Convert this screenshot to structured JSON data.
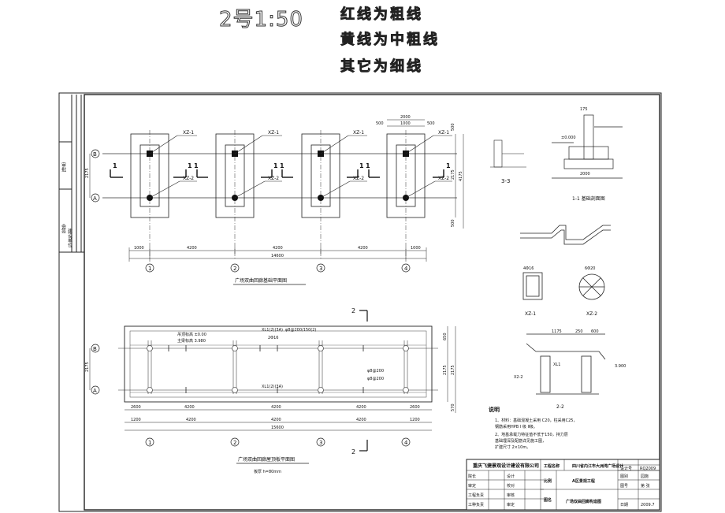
{
  "header": {
    "scale_note": "2号1:50",
    "legend_red": "红线为粗线",
    "legend_yellow": "黄线为中粗线",
    "legend_other": "其它为细线"
  },
  "plan_foundation": {
    "title": "广场双曲回廊基础平面图",
    "axes_letters": [
      "B",
      "A"
    ],
    "axes_numbers": [
      "1",
      "2",
      "3",
      "4"
    ],
    "dims_bottom": [
      "1000",
      "4200",
      "4200",
      "4200",
      "1000"
    ],
    "dim_total": "14600",
    "dims_right": [
      "500",
      "2175",
      "4175",
      "500"
    ],
    "dims_top": [
      "2000",
      "500",
      "1000",
      "500"
    ],
    "column_tag_b": "XZ-1",
    "column_tag_a": "XZ-2",
    "left_dim": "2175",
    "section_mark": "1"
  },
  "plan_roof": {
    "title": "广场双曲回廊屋顶板平面图",
    "slab_note": "板厚 h=80mm",
    "dims_bottom1": [
      "2600",
      "4200",
      "4200",
      "4200",
      "2600"
    ],
    "dims_bottom2": [
      "1200",
      "4200",
      "4200",
      "4200",
      "1200"
    ],
    "dim_total": "15600",
    "beam_top": "XL1(2)(3A)",
    "beam_bottom": "XL1(2)(3A)",
    "note1": "吊顶标高 ±0.00",
    "note2": "主梁标高 3.980",
    "rebar1": "φ8@200/150(2)",
    "rebar2": "2Φ16",
    "rebar3": "φ8@200",
    "rebar4": "φ8@200",
    "dims_right": [
      "650",
      "2175",
      "2175",
      "570"
    ],
    "section_mark": "2",
    "left_dim": "2175"
  },
  "details": {
    "sec33_label": "3-3",
    "sec11_label": "1-1 基础剖面图",
    "xz1_label": "XZ-1",
    "xz2_label": "XZ-2",
    "sec22_label": "2-2",
    "elev1": "±0.000",
    "elev2": "3.900",
    "dims_11": [
      "175",
      "2000"
    ],
    "dim_22": [
      "1175",
      "250",
      "600"
    ],
    "xl_label": "XL1",
    "xz_label": "X2-2",
    "size_a": "4Φ16",
    "size_b": "6Φ20"
  },
  "notes": {
    "heading": "说明",
    "items": [
      "1、材料：基础混凝土采用 C20，柱采用C25，",
      "   钢筋采用HPB I 级 Ⅱ级。",
      "2、地基承载力特征值不低于150，持力层",
      "   基础埋深及配筋详见施工图，",
      "   扩建尺寸 2×10m。"
    ]
  },
  "title_block": {
    "company": "重庆飞捷景观设计建设有限公司",
    "project_label": "工程名称",
    "project": "四川省内江市大洲湾广场设计",
    "subproject": "A区景观工程",
    "drawing": "广场双曲回廊构造图",
    "col_labels": [
      "设计号",
      "图别",
      "图号",
      "日期"
    ],
    "col_values": [
      "RQ2009",
      "园施",
      "第 张",
      "2009.7"
    ],
    "roles": [
      "院长",
      "审定",
      "工程负责",
      "工种负责"
    ],
    "roles2": [
      "设计",
      "校对",
      "审核",
      "审定"
    ],
    "scale_label": "比例",
    "sheet_label": "图名",
    "scale_val": ""
  },
  "sidebar_labels": [
    "审批",
    "会签",
    "建设单位"
  ]
}
